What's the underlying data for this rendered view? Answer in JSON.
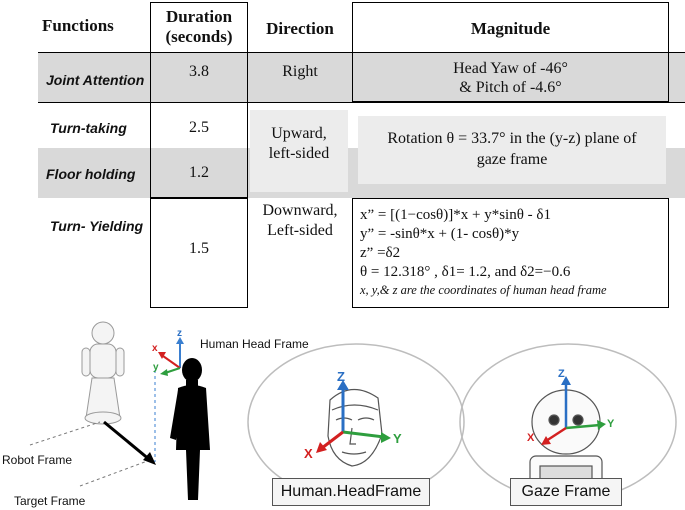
{
  "table": {
    "headers": {
      "functions": "Functions",
      "duration_line1": "Duration",
      "duration_line2": "(seconds)",
      "direction": "Direction",
      "magnitude": "Magnitude"
    },
    "rows": [
      {
        "function": "Joint Attention",
        "duration": "3.8",
        "direction": "Right",
        "magnitude_line1": "Head Yaw of -46°",
        "magnitude_line2": "& Pitch of -4.6°"
      },
      {
        "function": "Turn-taking",
        "duration": "2.5"
      },
      {
        "function": "Floor holding",
        "duration": "1.2"
      },
      {
        "function": "Turn- Yielding",
        "duration": "1.5"
      }
    ],
    "merged_direction_1": {
      "line1": "Upward,",
      "line2": "left-sided"
    },
    "merged_magnitude_1": {
      "line1": "Rotation θ = 33.7° in the (y-z) plane of",
      "line2": "gaze frame"
    },
    "yield_direction": {
      "line1": "Downward,",
      "line2": "Left-sided"
    },
    "yield_magnitude": {
      "l1": "x” = [(1−cosθ)]*x + y*sinθ - δ1",
      "l2": "y” = -sinθ*x + (1- cosθ)*y",
      "l3": "z” =δ2",
      "l4": "θ = 12.318° , δ1= 1.2, and δ2=−0.6",
      "l5": "x, y,& z are the coordinates of human head frame"
    }
  },
  "figure": {
    "human_head_frame_label": "Human Head Frame",
    "robot_frame_label": "Robot Frame",
    "target_frame_label": "Target Frame",
    "axis_x": "X",
    "axis_y": "Y",
    "axis_z": "Z",
    "axis_x_small": "x",
    "axis_y_small": "y",
    "axis_z_small": "z",
    "human_headframe_caption": "Human.HeadFrame",
    "gaze_frame_caption": "Gaze Frame"
  },
  "colors": {
    "x_axis": "#d32020",
    "y_axis": "#2e9e3e",
    "z_axis": "#2a6fc4",
    "row_grey": "#d9d9d9"
  }
}
